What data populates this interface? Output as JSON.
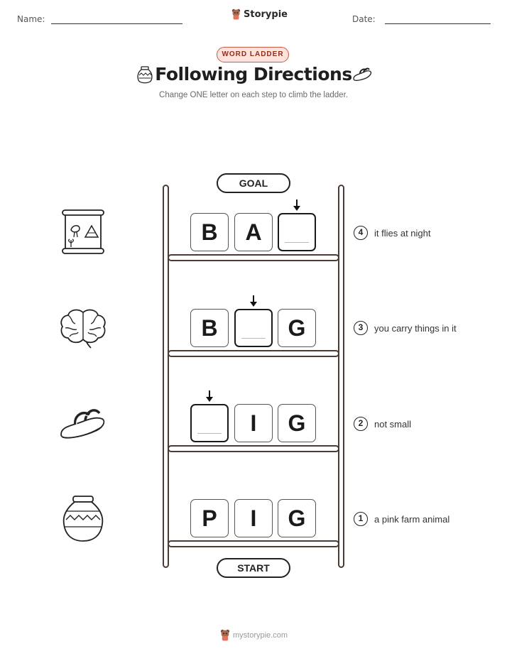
{
  "header": {
    "name_label": "Name:",
    "date_label": "Date:",
    "brand": "Storypie"
  },
  "badge": "WORD LADDER",
  "title": "Following Directions",
  "subtitle": "Change ONE letter on each step to climb the ladder.",
  "goal_label": "GOAL",
  "start_label": "START",
  "rows": [
    {
      "step": "4",
      "letters": [
        "B",
        "A",
        ""
      ],
      "clue": "it flies at night",
      "picture": "papyrus-scroll-icon"
    },
    {
      "step": "3",
      "letters": [
        "B",
        "",
        "G"
      ],
      "clue": "you carry things in it",
      "picture": "brain-icon"
    },
    {
      "step": "2",
      "letters": [
        "",
        "I",
        "G"
      ],
      "clue": "not small",
      "picture": "sandal-icon"
    },
    {
      "step": "1",
      "letters": [
        "P",
        "I",
        "G"
      ],
      "clue": "a pink farm animal",
      "picture": "clay-pot-icon"
    }
  ],
  "footer": "mystorypie.com",
  "colors": {
    "badge_border": "#c95c45",
    "badge_fill": "#fde3dc",
    "ladder": "#4a3b35"
  }
}
